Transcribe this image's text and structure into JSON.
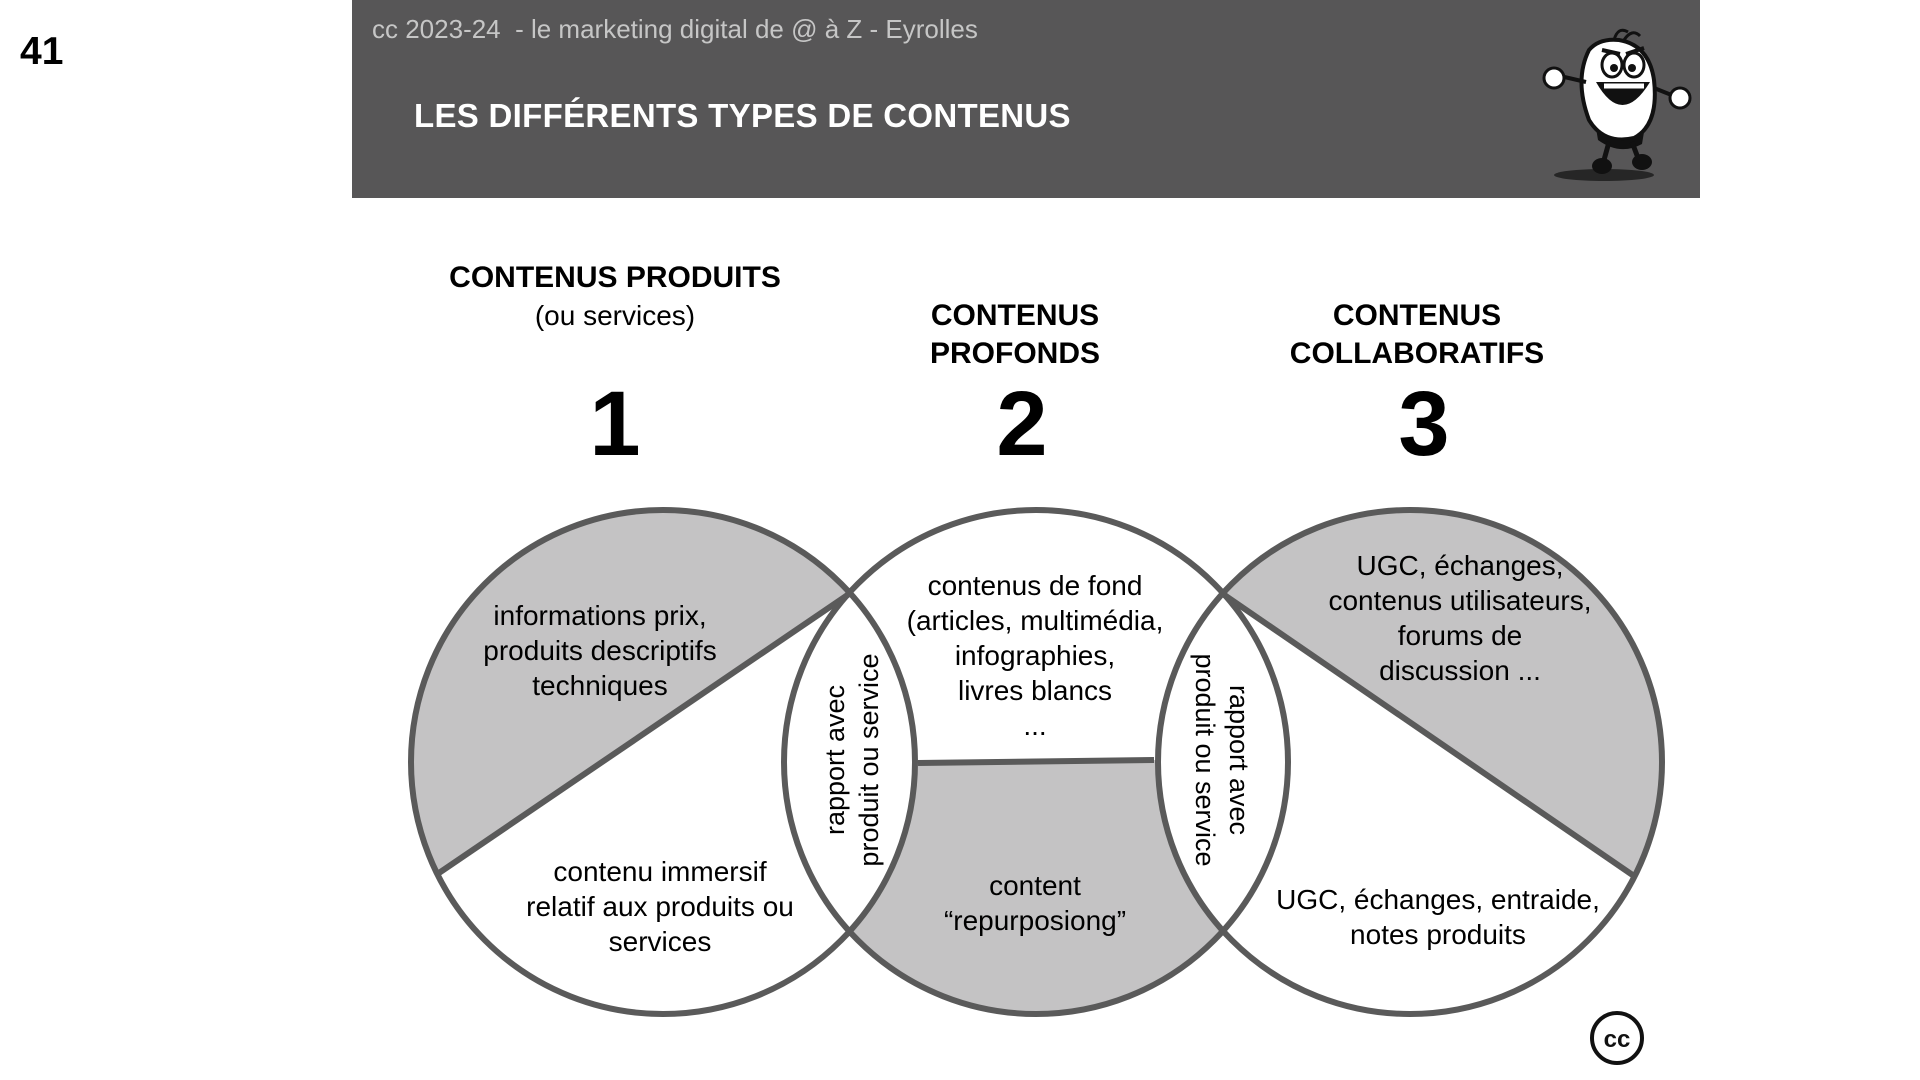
{
  "page_number": "41",
  "header": {
    "subtitle": "cc 2023-24  - le marketing digital de @ à Z - Eyrolles",
    "title": "LES DIFFÉRENTS TYPES DE CONTENUS",
    "mascot_icon": "running-cartoon-mascot-icon"
  },
  "columns": [
    {
      "title": "CONTENUS PRODUITS",
      "subtitle": "(ou services)",
      "number": "1"
    },
    {
      "title": "CONTENUS\nPROFONDS",
      "subtitle": "",
      "number": "2"
    },
    {
      "title": "CONTENUS\nCOLLABORATIFS",
      "subtitle": "",
      "number": "3"
    }
  ],
  "circle1": {
    "top_text": "informations prix,\nproduits descriptifs\ntechniques",
    "bottom_text": "contenu immersif\nrelatif aux produits ou\nservices"
  },
  "circle2": {
    "top_text": "contenus de fond\n(articles, multimédia,\ninfographies,\nlivres blancs\n...",
    "bottom_text": "content\n“repurposiong”"
  },
  "circle3": {
    "top_text": "UGC, échanges,\ncontenus utilisateurs,\nforums de\ndiscussion ...",
    "bottom_text": "UGC, échanges, entraide,\nnotes produits"
  },
  "overlap_left": "rapport avec\nproduit ou service",
  "overlap_right": "rapport avec\nproduit ou service",
  "colors": {
    "header_bg": "#575657",
    "subtitle_text": "#c6c6c6",
    "circle_stroke": "#5a5a5a",
    "shaded_fill": "#c4c3c4"
  },
  "icons": {
    "license": "creative-commons-icon"
  }
}
